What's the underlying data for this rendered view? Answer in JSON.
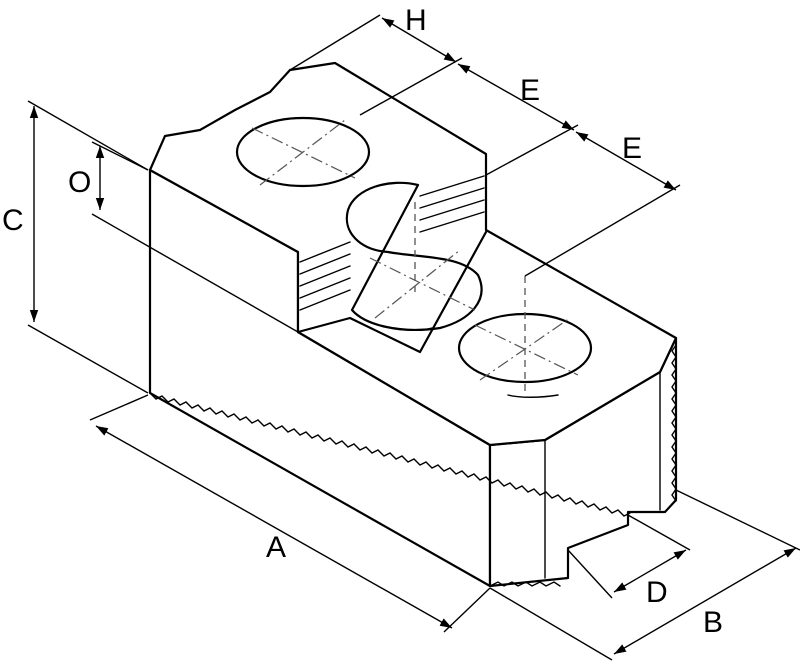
{
  "colors": {
    "line": "#000000",
    "background": "#ffffff",
    "hidden_line": "#555555"
  },
  "dimensions": [
    {
      "id": "A",
      "label": "A"
    },
    {
      "id": "B",
      "label": "B"
    },
    {
      "id": "C",
      "label": "C"
    },
    {
      "id": "D",
      "label": "D"
    },
    {
      "id": "E1",
      "label": "E"
    },
    {
      "id": "E2",
      "label": "E"
    },
    {
      "id": "H",
      "label": "H"
    },
    {
      "id": "O",
      "label": "O"
    }
  ]
}
